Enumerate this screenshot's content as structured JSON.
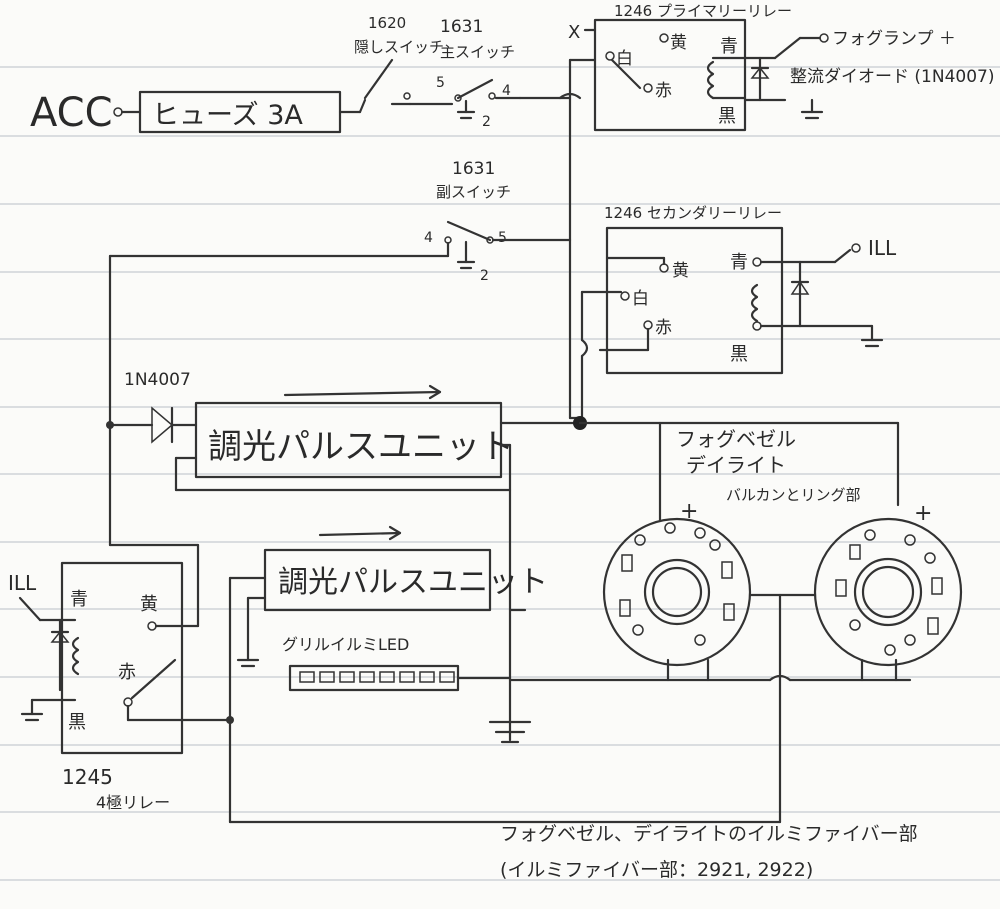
{
  "texts": {
    "acc": "ACC",
    "fuse": "ヒューズ 3A",
    "sw1620_num": "1620",
    "sw1620_name": "隠しスイッチ",
    "sw1631_main_num": "1631",
    "sw1631_main_name": "主スイッチ",
    "pin5": "5",
    "pin4": "4",
    "pin2": "2",
    "x_mark": "X",
    "primary_relay": "1246 プライマリーリレー",
    "yellow": "黄",
    "white": "白",
    "red": "赤",
    "blue": "青",
    "black": "黒",
    "fog_lamp": "フォグランプ ＋",
    "diode_note": "整流ダイオード (1N4007)",
    "sw1631_sub_num": "1631",
    "sw1631_sub_name": "副スイッチ",
    "secondary_relay": "1246 セカンダリーリレー",
    "ill": "ILL",
    "diode_1n4007": "1N4007",
    "pulse_unit": "調光パルスユニット",
    "fog_bezel": "フォグベゼル デイライト",
    "valcan": "バルカンとリング部",
    "plus": "+",
    "relay_1245_num": "1245",
    "relay_1245_name": "4極リレー",
    "grill_led": "グリルイルミLED",
    "bottom_title": "フォグベゼル、デイライトのイルミファイバー部",
    "bottom_parts": "(イルミファイバー部：2921, 2922)"
  }
}
